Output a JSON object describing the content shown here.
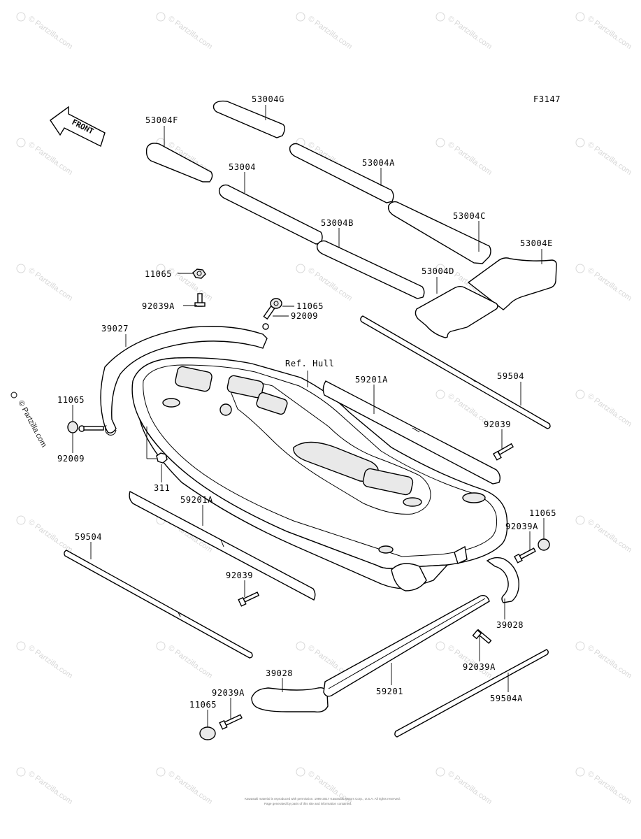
{
  "figure_code": "F3147",
  "front_label": "FRONT",
  "watermark_text": "© Partzilla.com",
  "side_watermark_text": "© Partzilla.com",
  "ref_label": "Ref. Hull",
  "footer_lines": [
    "Kawasaki material is reproduced with permission. 1995-2017 Kawasaki Motors Corp., U.S.A. All rights reserved.",
    "Page generated by parts of this site and information contained."
  ],
  "labels": {
    "p53004G": "53004G",
    "p53004F": "53004F",
    "p53004A": "53004A",
    "p53004": "53004",
    "p53004C": "53004C",
    "p53004B": "53004B",
    "p53004E": "53004E",
    "p53004D": "53004D",
    "p11065_a": "11065",
    "p92039A_a": "92039A",
    "p11065_b": "11065",
    "p92009_a": "92009",
    "p39027": "39027",
    "p59201A_a": "59201A",
    "p59504_a": "59504",
    "p11065_c": "11065",
    "p92009_b": "92009",
    "p92039_a": "92039",
    "p311": "311",
    "p59201A_b": "59201A",
    "p11065_d": "11065",
    "p92039A_b": "92039A",
    "p59504_b": "59504",
    "p92039_b": "92039",
    "p39028_a": "39028",
    "p92039A_c": "92039A",
    "p39028_b": "39028",
    "p92039A_d": "92039A",
    "p59201": "59201",
    "p59504A": "59504A",
    "p11065_e": "11065"
  },
  "colors": {
    "line": "#000000",
    "watermark": "#d8d8d8"
  }
}
